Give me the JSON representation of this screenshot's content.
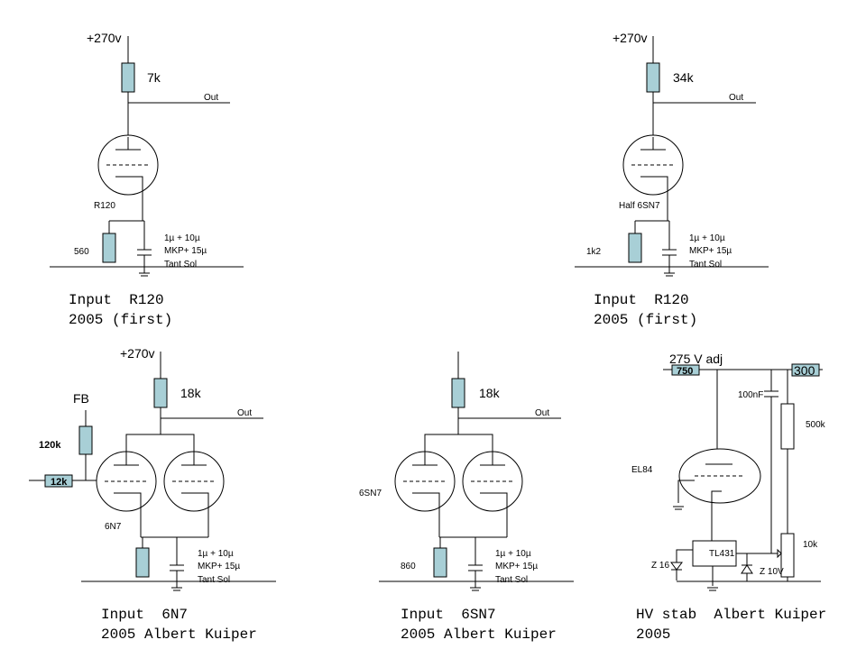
{
  "circuit1": {
    "supply": "+270v",
    "anode_res": "7k",
    "out": "Out",
    "tube": "R120",
    "cath_res": "560",
    "cap_line1": "1µ + 10µ",
    "cap_line2": "MKP+ 15µ",
    "cap_line3": "Tant Sol",
    "caption_line1": "Input  R120",
    "caption_line2": "2005 (first)"
  },
  "circuit2": {
    "supply": "+270v",
    "anode_res": "34k",
    "out": "Out",
    "tube": "Half 6SN7",
    "cath_res": "1k2",
    "cap_line1": "1µ + 10µ",
    "cap_line2": "MKP+ 15µ",
    "cap_line3": "Tant Sol",
    "caption_line1": "Input  R120",
    "caption_line2": "2005 (first)"
  },
  "circuit3": {
    "supply": "+270v",
    "anode_res": "18k",
    "out": "Out",
    "fb": "FB",
    "fb_res": "120k",
    "grid_res": "12k",
    "tube": "6N7",
    "cap_line1": "1µ + 10µ",
    "cap_line2": "MKP+ 15µ",
    "cap_line3": "Tant Sol",
    "caption_line1": "Input  6N7",
    "caption_line2": "2005 Albert Kuiper"
  },
  "circuit4": {
    "anode_res": "18k",
    "out": "Out",
    "tube": "6SN7",
    "cath_res": "860",
    "cap_line1": "1µ + 10µ",
    "cap_line2": "MKP+ 15µ",
    "cap_line3": "Tant Sol",
    "caption_line1": "Input  6SN7",
    "caption_line2": "2005 Albert Kuiper"
  },
  "circuit5": {
    "supply": "275 V adj",
    "in_res": "750",
    "out_volt": "300",
    "cap": "100nF",
    "top_res": "500k",
    "tube": "EL84",
    "pot": "10k",
    "reg": "TL431",
    "zener1": "Z 16",
    "zener2": "Z 10V",
    "caption_line1": "HV stab  Albert Kuiper",
    "caption_line2": "2005"
  }
}
